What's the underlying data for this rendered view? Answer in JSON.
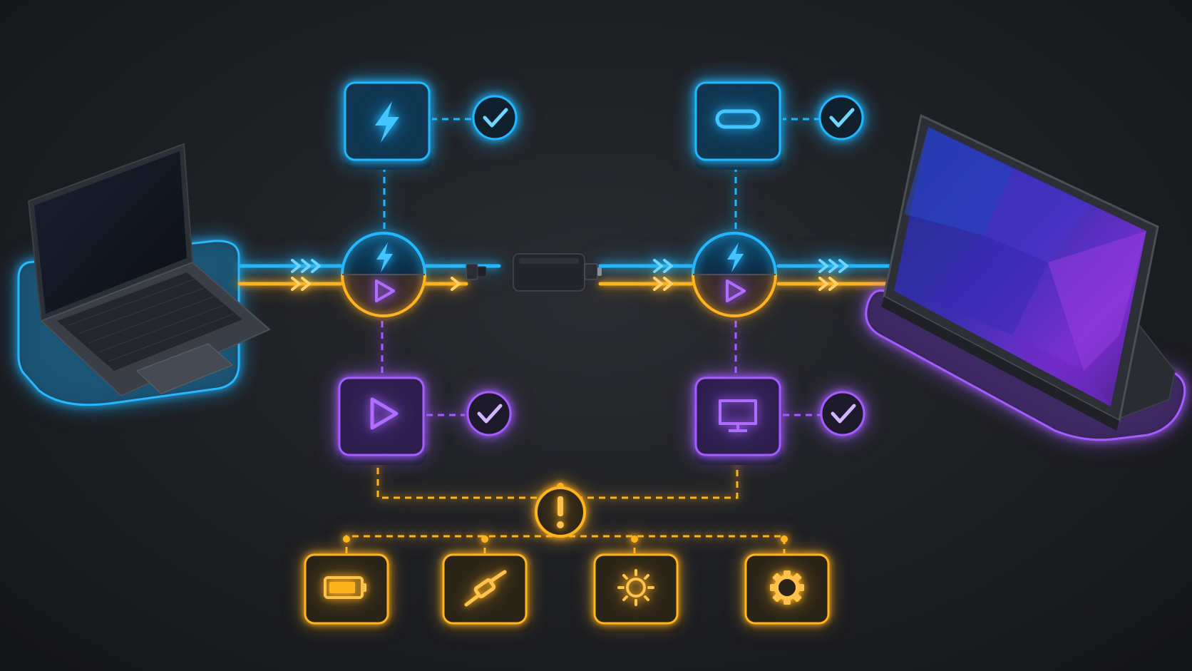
{
  "colors": {
    "background": "#1d1f23",
    "power_blue": "#22b8ff",
    "video_purple": "#a45cff",
    "warning_amber": "#ffb41f",
    "node_fill_blue": "#0f3550",
    "node_fill_purple": "#2c1f4d",
    "node_fill_amber": "#2a2418"
  },
  "devices": {
    "source": {
      "icon": "laptop-icon"
    },
    "display": {
      "icon": "portable-monitor-icon"
    },
    "cable": {
      "icon": "usb-c-adapter-icon"
    }
  },
  "hubs": [
    {
      "id": "hub-left",
      "top_icon": "lightning-icon",
      "bottom_icon": "play-icon"
    },
    {
      "id": "hub-right",
      "top_icon": "lightning-icon",
      "bottom_icon": "play-icon"
    }
  ],
  "check_nodes": [
    {
      "id": "power-delivery",
      "icon": "lightning-icon",
      "color": "power_blue",
      "status": "check-icon"
    },
    {
      "id": "usb-c-port",
      "icon": "usb-c-port-icon",
      "color": "power_blue",
      "status": "check-icon"
    },
    {
      "id": "video-signal",
      "icon": "play-icon",
      "color": "video_purple",
      "status": "check-icon"
    },
    {
      "id": "display-output",
      "icon": "monitor-icon",
      "color": "video_purple",
      "status": "check-icon"
    }
  ],
  "warning": {
    "icon": "exclamation-icon"
  },
  "troubleshoot_nodes": [
    {
      "id": "battery",
      "icon": "battery-icon"
    },
    {
      "id": "cable",
      "icon": "cable-icon"
    },
    {
      "id": "brightness",
      "icon": "sun-icon"
    },
    {
      "id": "settings",
      "icon": "gear-icon"
    }
  ]
}
